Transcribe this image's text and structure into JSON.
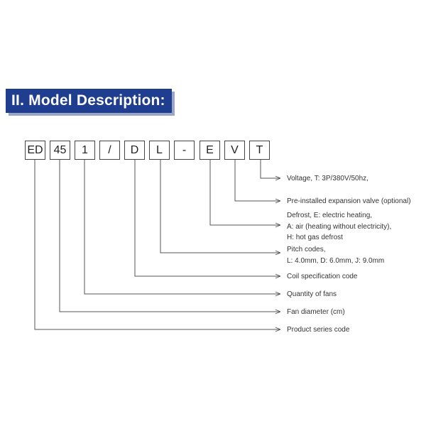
{
  "section_title": "II. Model Description:",
  "codes": [
    "ED",
    "45",
    "1",
    "/",
    "D",
    "L",
    "-",
    "E",
    "V",
    "T"
  ],
  "labels": {
    "voltage": "Voltage, T: 3P/380V/50hz,",
    "expansion_valve": "Pre-installed expansion valve (optional)",
    "defrost_1": "Defrost, E: electric heating,",
    "defrost_2": "A: air (heating without electricity),",
    "defrost_3": "H: hot gas defrost",
    "pitch_1": "Pitch codes,",
    "pitch_2": "L: 4.0mm, D: 6.0mm, J: 9.0mm",
    "coil": "Coil specification code",
    "fans": "Quantity of fans",
    "fan_diameter": "Fan diameter (cm)",
    "series": "Product series code"
  },
  "colors": {
    "title_bg": "#1f3e8f",
    "line": "#555555"
  }
}
